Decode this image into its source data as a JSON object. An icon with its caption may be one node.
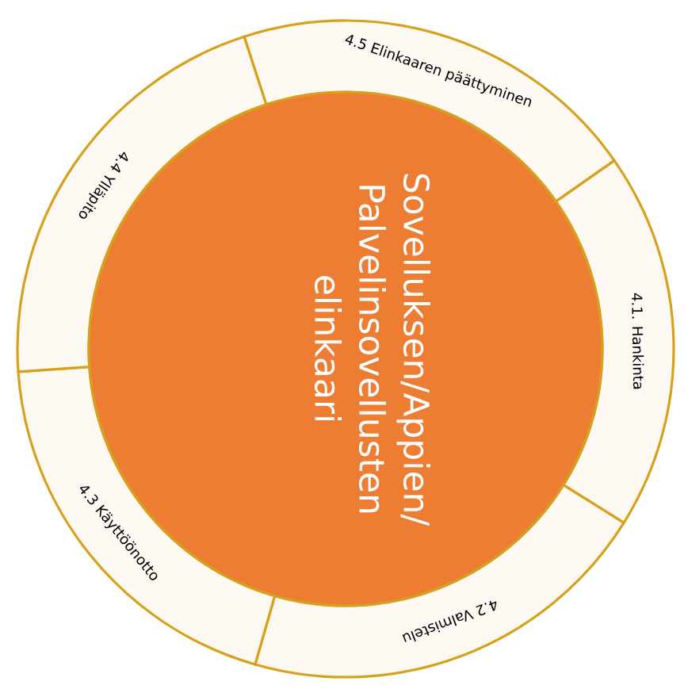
{
  "diagram": {
    "nodes": [
      {
        "text": [
          "Sovelluksen/Appien/ Palvelinsovellusten elinkaari"
        ]
      },
      {
        "text": [
          "4.5 Elinkaaren päättyminen"
        ]
      },
      {
        "text": [
          "4.1. Hankinta"
        ]
      },
      {
        "text": [
          "4.2 Valmistelu"
        ]
      },
      {
        "text": [
          "4.3 Käyttöönotto"
        ]
      },
      {
        "text": [
          "4.4 Ylläpito"
        ]
      }
    ]
  }
}
